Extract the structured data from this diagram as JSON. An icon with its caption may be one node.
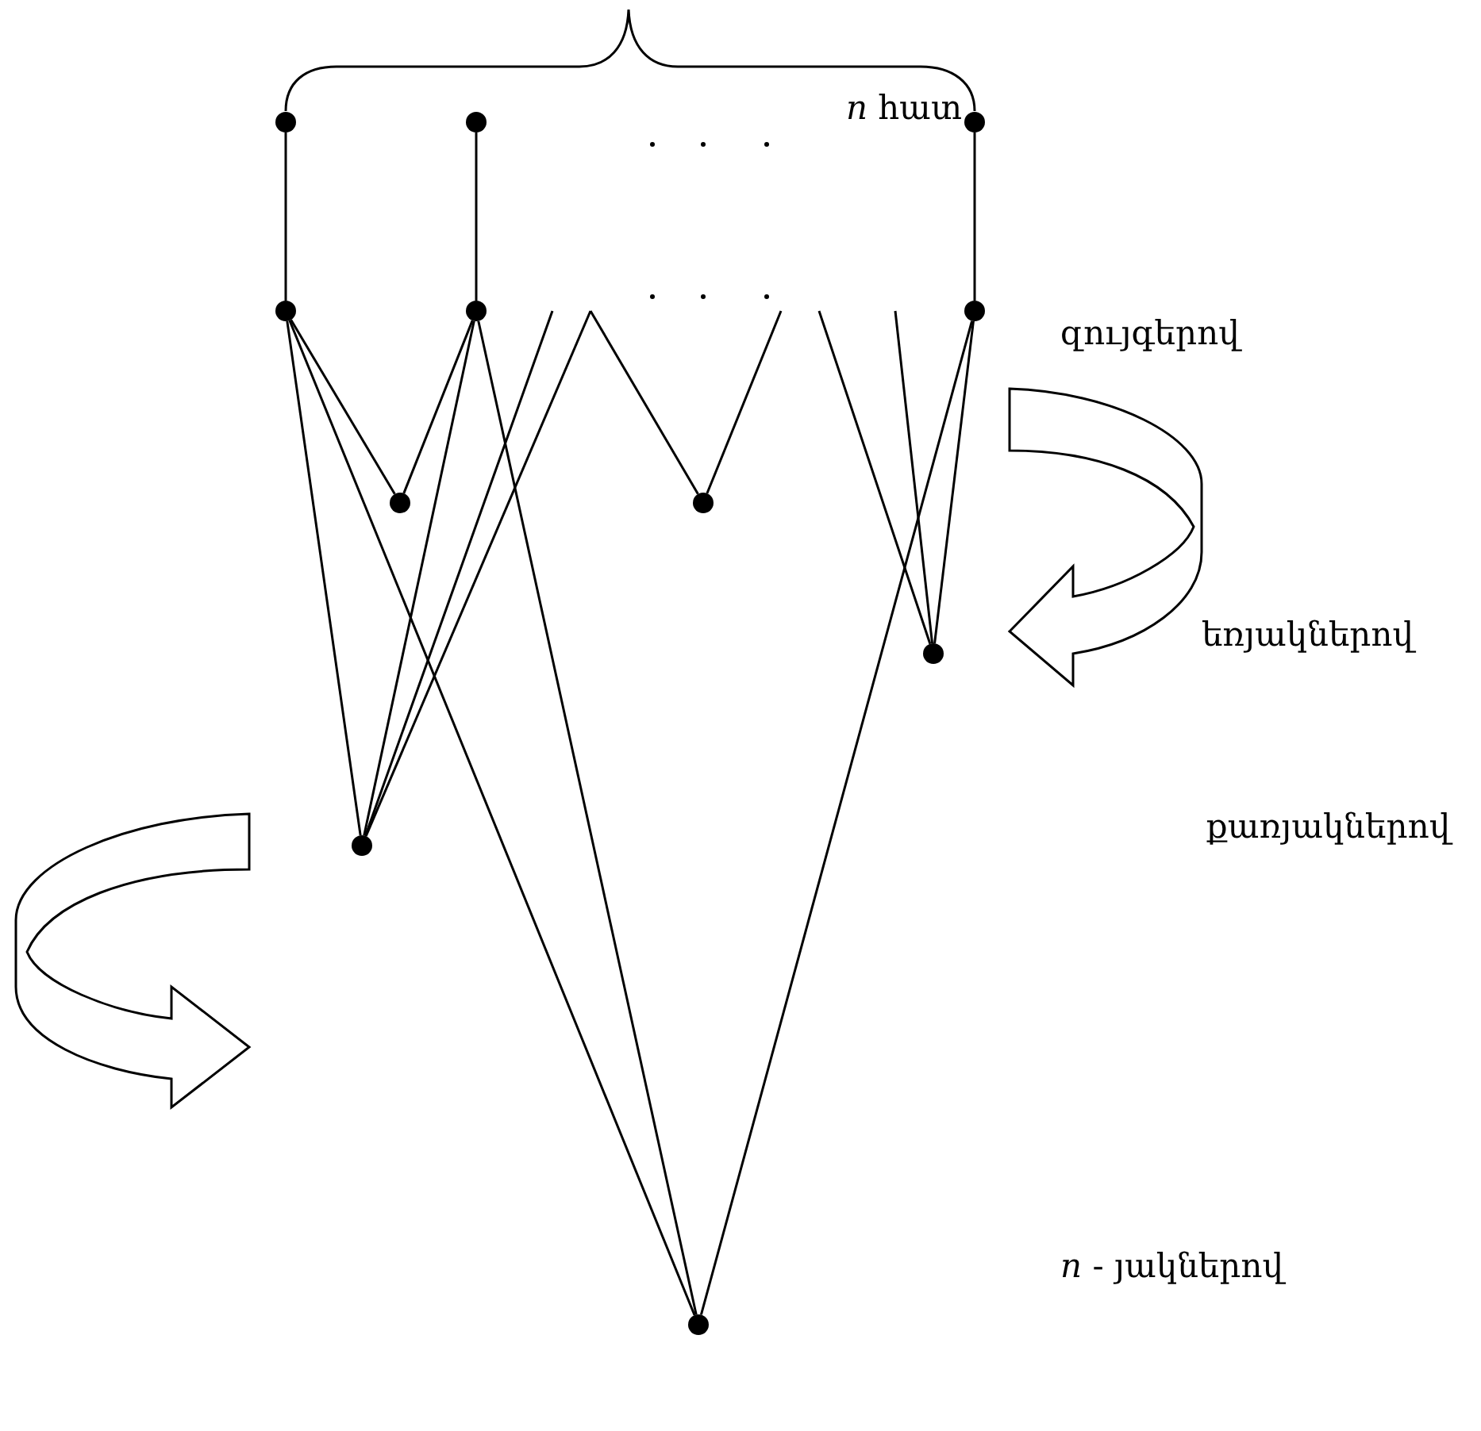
{
  "diagram": {
    "nodes": [
      {
        "text": [],
        "shape": "circle"
      },
      {
        "text": [],
        "shape": "circle"
      },
      {
        "text": [],
        "shape": "circle"
      },
      {
        "text": [],
        "shape": "circle"
      },
      {
        "text": [],
        "shape": "circle"
      },
      {
        "text": [],
        "shape": "circle"
      },
      {
        "text": [],
        "shape": "circle"
      },
      {
        "text": [],
        "shape": "circle"
      },
      {
        "text": [],
        "shape": "circle"
      },
      {
        "text": [],
        "shape": "circle"
      },
      {
        "text": [],
        "shape": "circle"
      }
    ],
    "edges": [
      {
        "from": 0,
        "to": 3,
        "arrow": "none"
      },
      {
        "from": 1,
        "to": 4,
        "arrow": "none"
      },
      {
        "from": 2,
        "to": 5,
        "arrow": "none"
      },
      {
        "from": 3,
        "to": 6,
        "arrow": "none"
      },
      {
        "from": 4,
        "to": 6,
        "arrow": "none"
      },
      {
        "from": null,
        "to": 7,
        "arrow": "none"
      },
      {
        "from": null,
        "to": 7,
        "arrow": "none"
      },
      {
        "from": null,
        "to": 8,
        "arrow": "none"
      },
      {
        "from": null,
        "to": 8,
        "arrow": "none"
      },
      {
        "from": 5,
        "to": 8,
        "arrow": "none"
      },
      {
        "from": 3,
        "to": 9,
        "arrow": "none"
      },
      {
        "from": 4,
        "to": 9,
        "arrow": "none"
      },
      {
        "from": null,
        "to": 9,
        "arrow": "none"
      },
      {
        "from": null,
        "to": 9,
        "arrow": "none"
      },
      {
        "from": 3,
        "to": 10,
        "arrow": "none"
      },
      {
        "from": 4,
        "to": 10,
        "arrow": "none"
      },
      {
        "from": 5,
        "to": 10,
        "arrow": "none"
      }
    ],
    "labels": [
      "*n* հատ",
      "զույգերով",
      "եռյակներով",
      "քառյակներով",
      "*n* - յակներով"
    ]
  }
}
